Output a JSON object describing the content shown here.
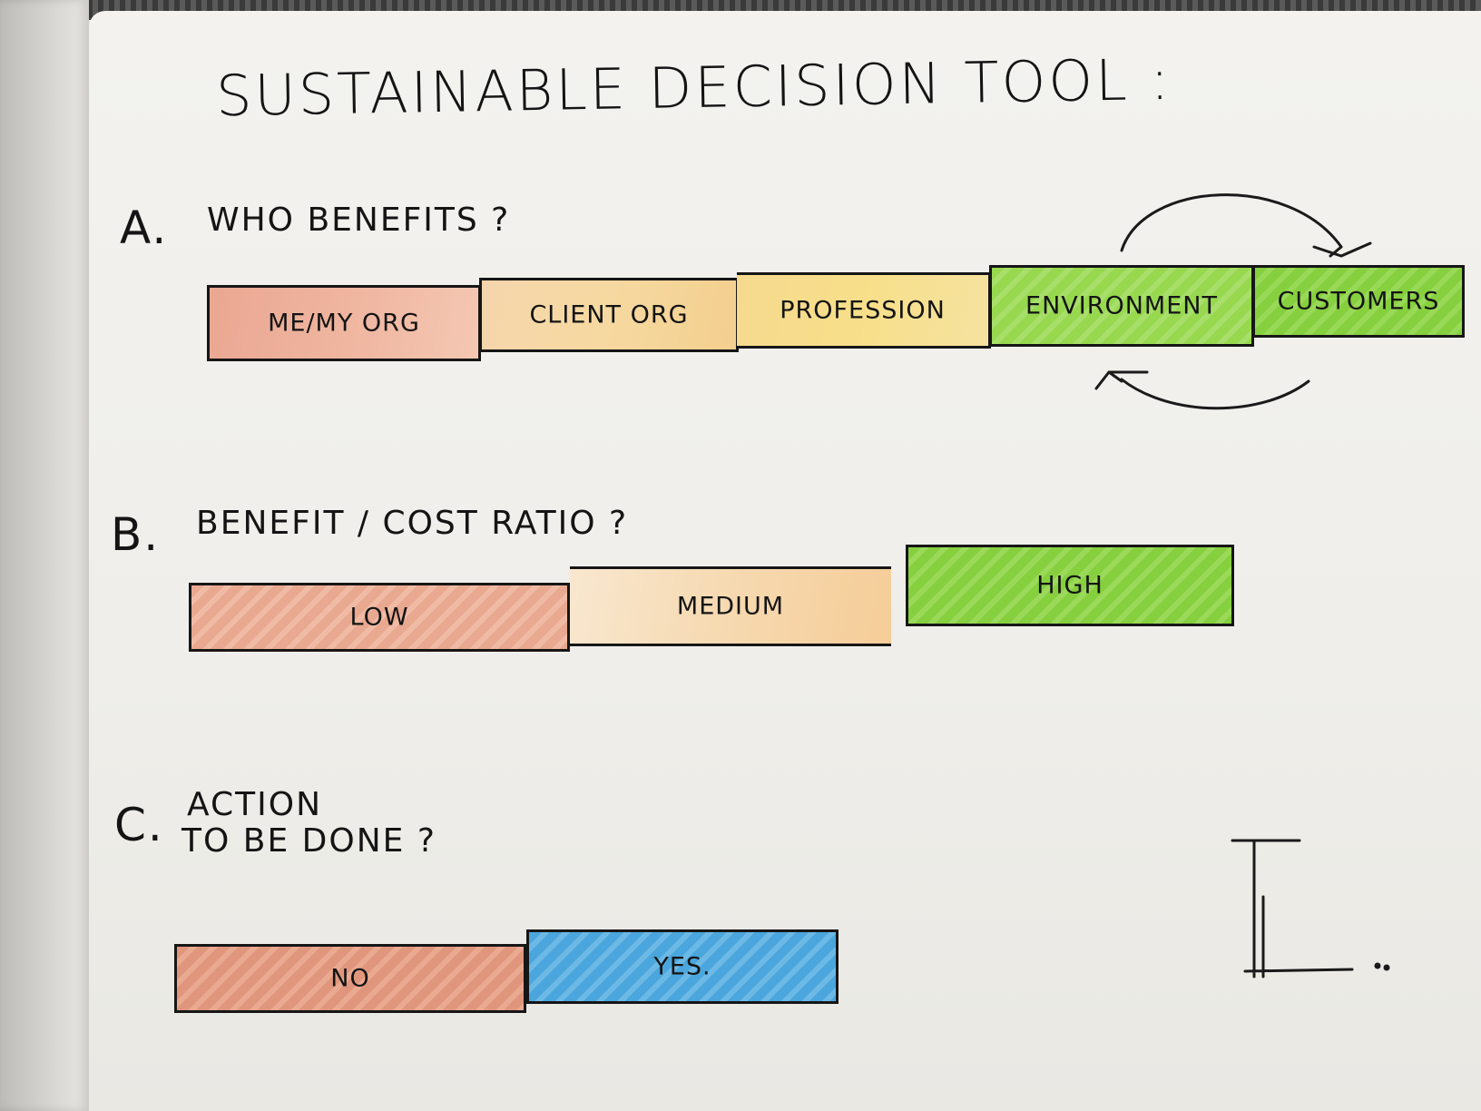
{
  "title": "Sustainable Decision Tool :",
  "sections": [
    {
      "letter": "A.",
      "question": "Who benefits ?",
      "options": [
        "Me/My Org",
        "Client Org",
        "Profession",
        "Environment",
        "Customers"
      ]
    },
    {
      "letter": "B.",
      "question": "Benefit / Cost Ratio ?",
      "options": [
        "Low",
        "Medium",
        "High"
      ]
    },
    {
      "letter": "C.",
      "question_line1": "Action",
      "question_line2": "To Be Done ?",
      "options": [
        "No",
        "Yes."
      ]
    }
  ],
  "colors": {
    "ink": "#141414",
    "red": "#e8a68f",
    "orange": "#f4cf98",
    "yellow": "#f6df8f",
    "green": "#8fd34a",
    "blue": "#5aaee0"
  }
}
